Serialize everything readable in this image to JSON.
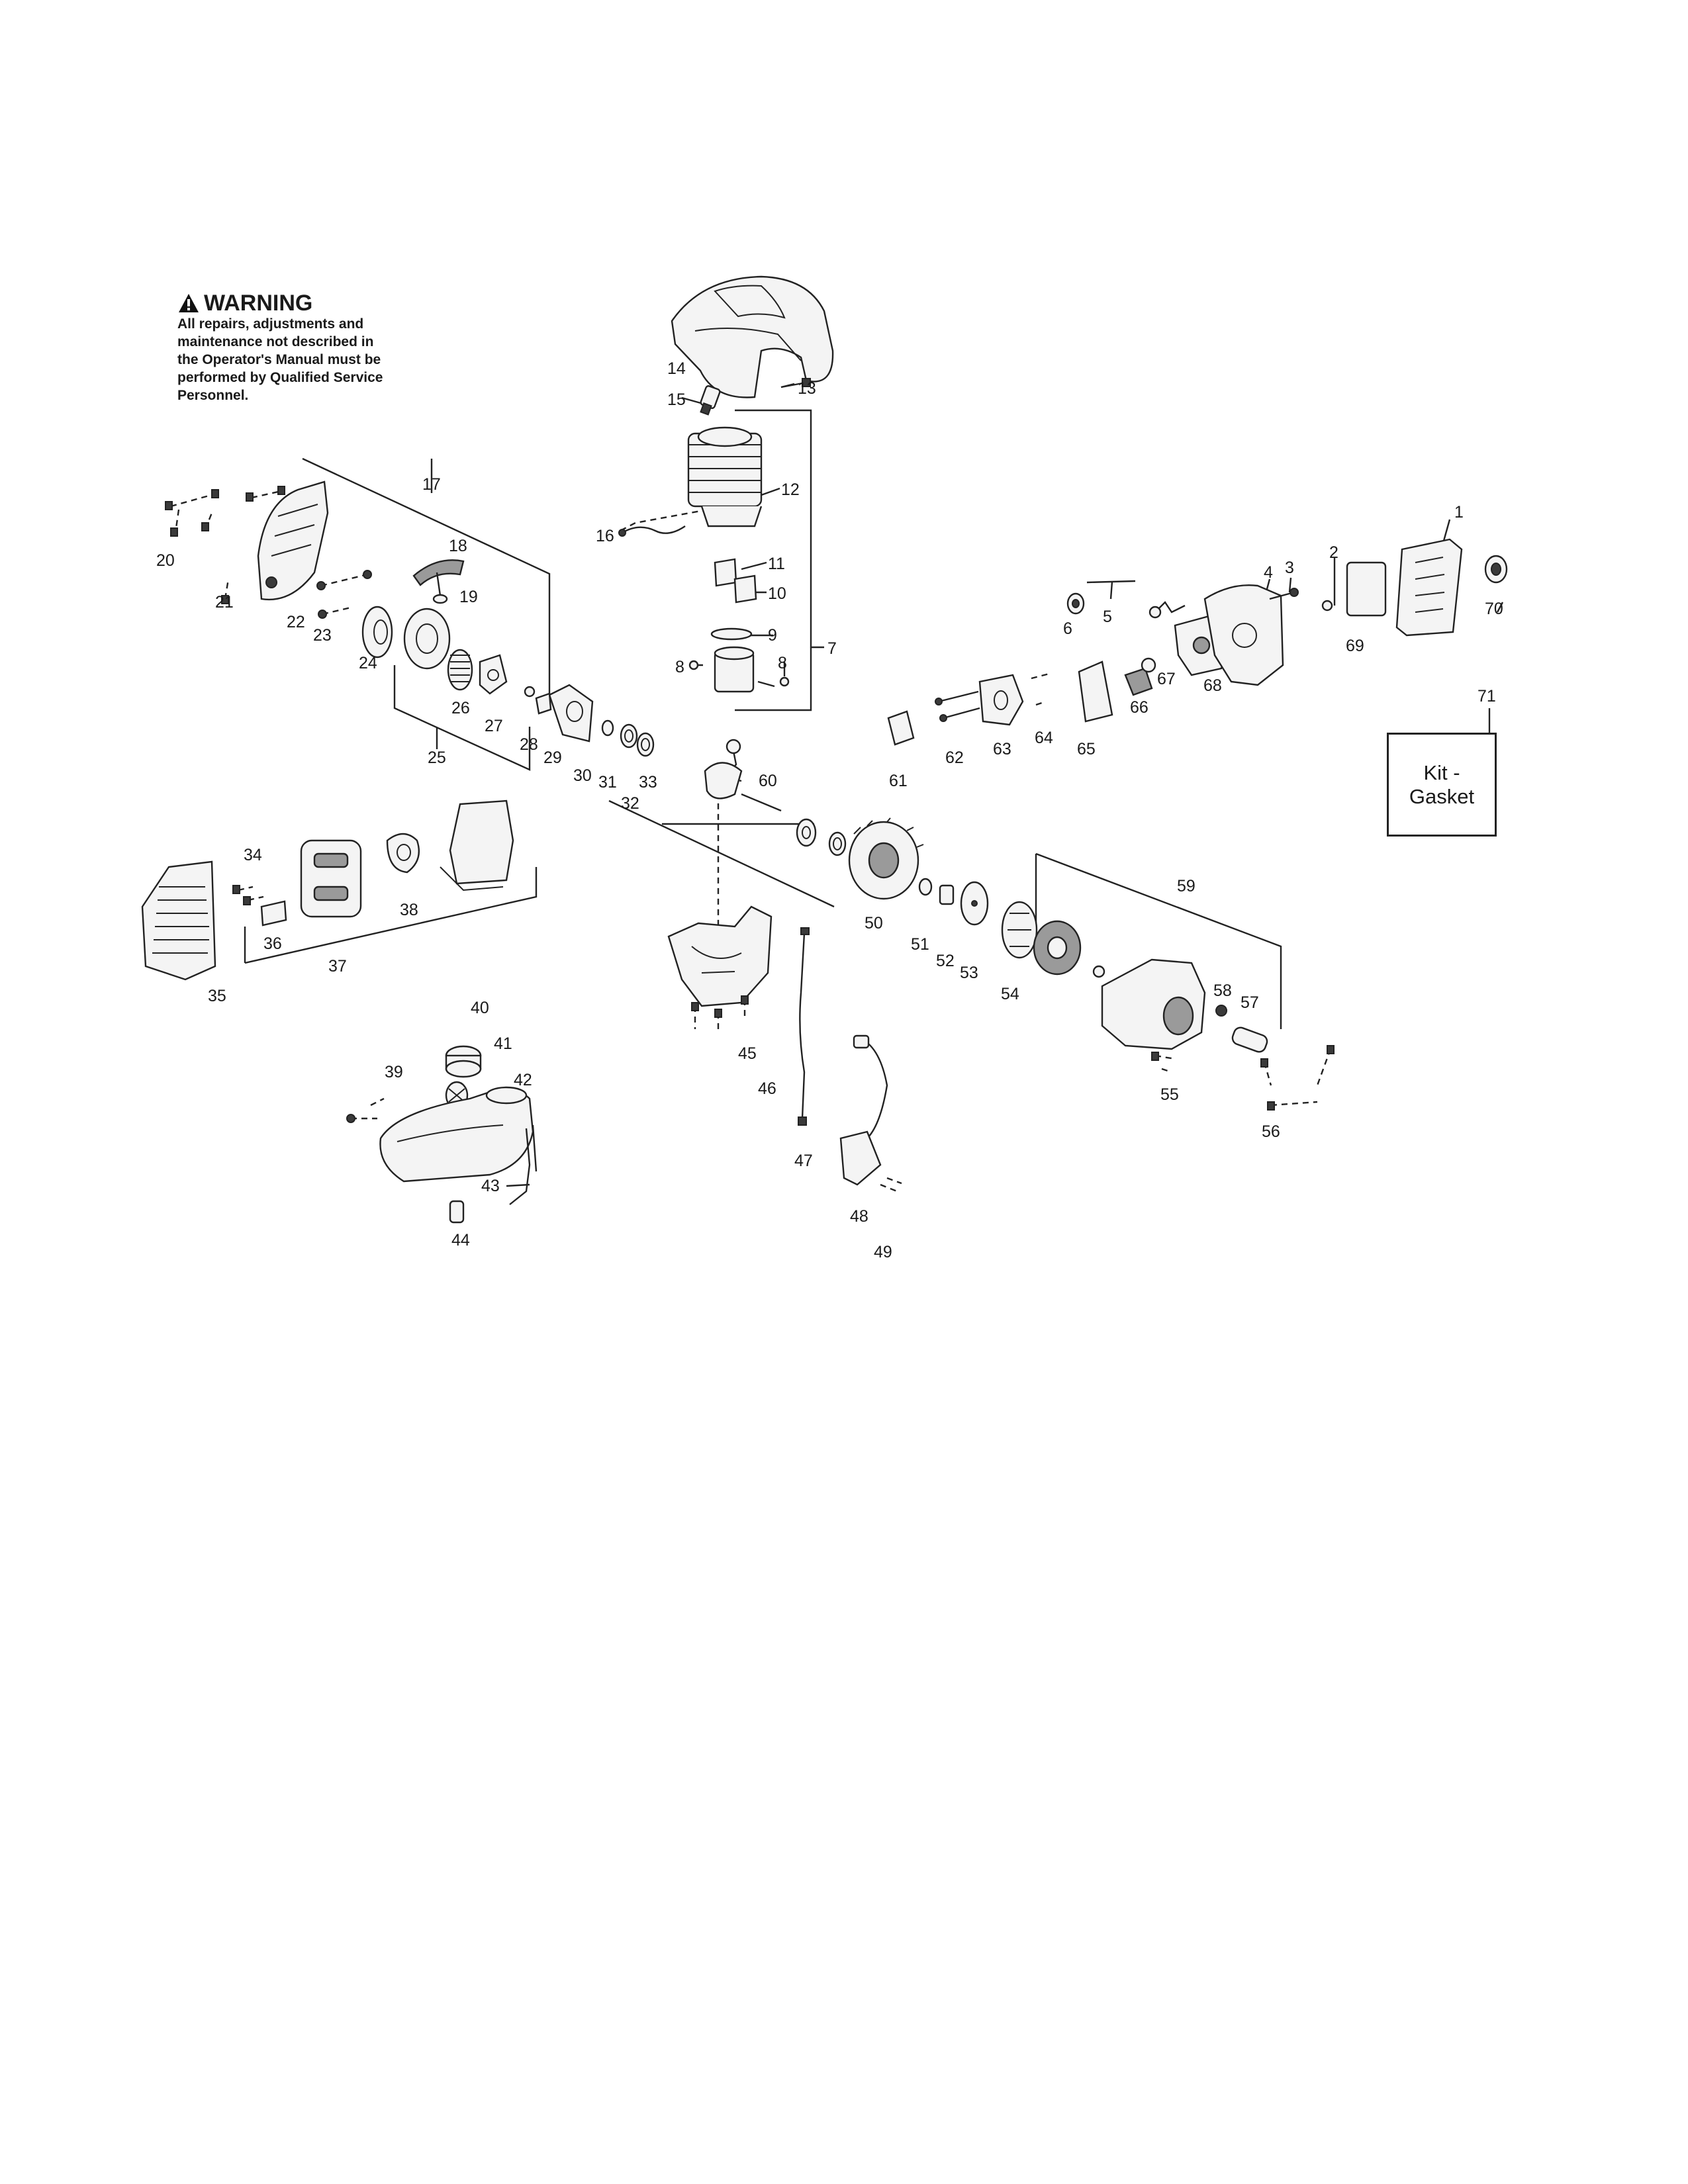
{
  "warning": {
    "title": "WARNING",
    "body": "All repairs, adjustments and\nmaintenance not described in\nthe Operator's Manual must be\nperformed by Qualified Service\nPersonnel."
  },
  "kit_box": {
    "line1": "Kit -",
    "line2": "Gasket",
    "callout": "71"
  },
  "callouts": [
    "1",
    "2",
    "3",
    "4",
    "5",
    "6",
    "7",
    "8",
    "8",
    "9",
    "10",
    "11",
    "12",
    "13",
    "14",
    "15",
    "16",
    "17",
    "18",
    "19",
    "20",
    "21",
    "22",
    "23",
    "24",
    "25",
    "26",
    "27",
    "28",
    "29",
    "30",
    "31",
    "32",
    "33",
    "34",
    "35",
    "36",
    "37",
    "38",
    "39",
    "40",
    "41",
    "42",
    "43",
    "44",
    "45",
    "46",
    "47",
    "48",
    "49",
    "50",
    "51",
    "52",
    "53",
    "54",
    "55",
    "56",
    "57",
    "58",
    "59",
    "60",
    "61",
    "62",
    "63",
    "64",
    "65",
    "66",
    "67",
    "68",
    "69",
    "70"
  ]
}
